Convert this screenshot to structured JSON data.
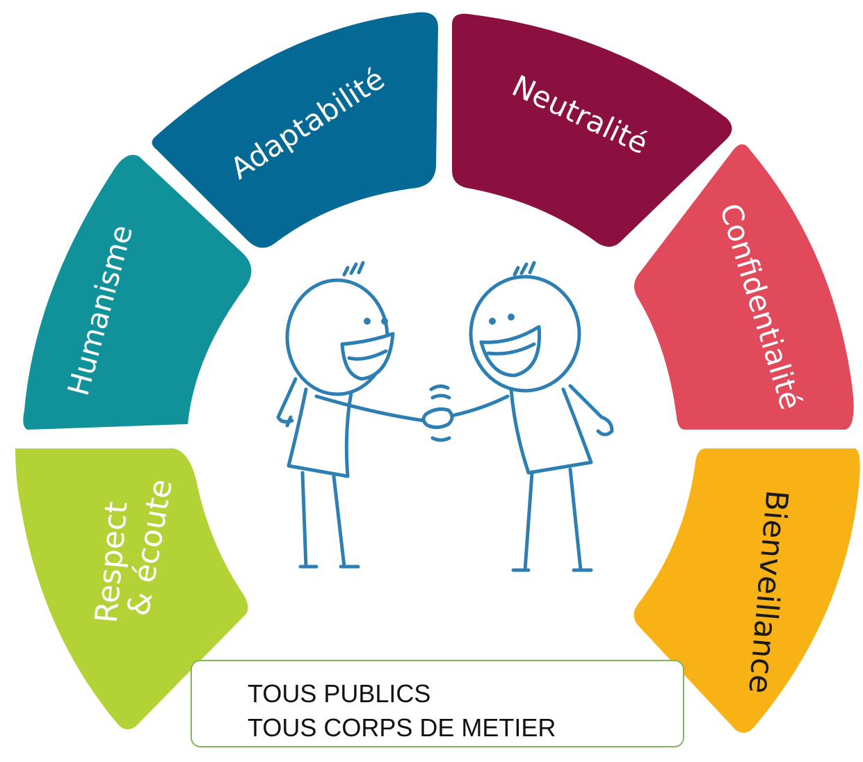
{
  "segments": {
    "respect": "Respect",
    "ecoute": "& écoute",
    "humanisme": "Humanisme",
    "adaptabilite": "Adaptabilité",
    "neutralite": "Neutralité",
    "confidentialite": "Confidentialité",
    "bienveillance": "Bienveillance"
  },
  "colors": {
    "respect": "#b2d235",
    "humanisme": "#11929b",
    "adaptabilite": "#056996",
    "neutralite": "#8c103f",
    "confidentialite": "#e04a5a",
    "bienveillance": "#f9b215",
    "line_art": "#2d7fb3"
  },
  "audience": {
    "line1": "TOUS PUBLICS",
    "line2": "TOUS CORPS DE METIER"
  }
}
